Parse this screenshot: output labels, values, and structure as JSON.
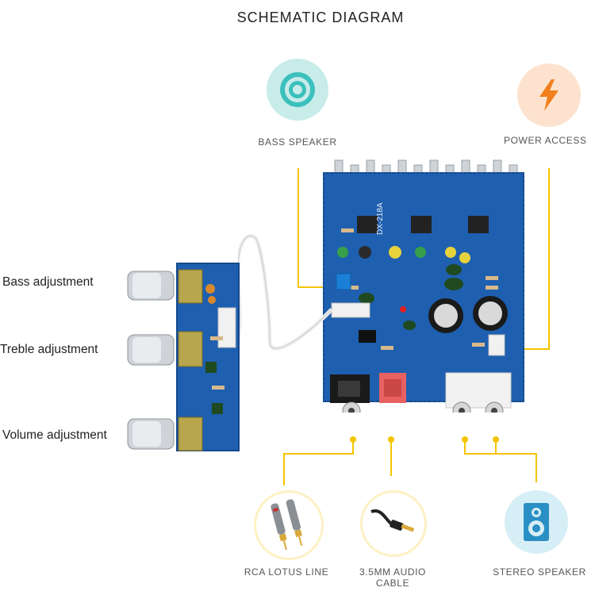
{
  "title": "SCHEMATIC DIAGRAM",
  "colors": {
    "accent": "#f5c400",
    "board": "#1e5fb0",
    "bass_circle": "#c7ecea",
    "power_circle": "#fde3cf",
    "speaker_circle": "#d6eef6"
  },
  "callouts": {
    "bass_speaker": "BASS SPEAKER",
    "power_access": "POWER ACCESS",
    "rca_lotus_line": "RCA LOTUS LINE",
    "audio_cable": "3.5MM AUDIO CABLE",
    "stereo_speaker": "STEREO SPEAKER"
  },
  "knobs": {
    "bass": "Bass adjustment",
    "treble": "Treble adjustment",
    "volume": "Volume adjustment"
  },
  "board_marking": "DX-218A",
  "icons": [
    "speaker-ring-icon",
    "lightning-icon",
    "rca-plug-icon",
    "audio-jack-icon",
    "stereo-speaker-icon"
  ]
}
